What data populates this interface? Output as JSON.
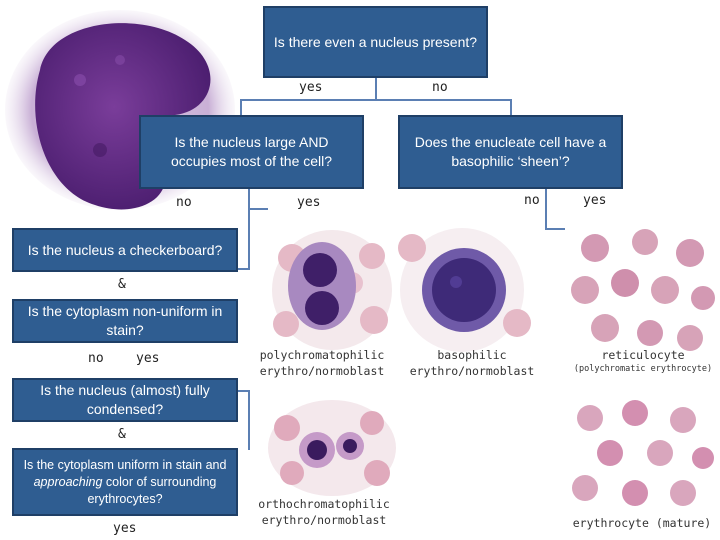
{
  "nodes": {
    "q1": "Is there even a nucleus present?",
    "q2": "Is the nucleus large AND occupies most of the cell?",
    "q3": "Does the enucleate cell have a basophilic ‘sheen’?",
    "q4": "Is the nucleus a checkerboard?",
    "q5": "Is the cytoplasm non-uniform in stain?",
    "q6": "Is the nucleus (almost) fully condensed?",
    "q7_pre": "Is the cytoplasm uniform in stain and ",
    "q7_em": "approaching",
    "q7_post": " color of surrounding erythrocytes?"
  },
  "labels": {
    "q1_yes": "yes",
    "q1_no": "no",
    "q2_no": "no",
    "q2_yes": "yes",
    "q3_no": "no",
    "q3_yes": "yes",
    "amp1": "&",
    "q5_no": "no",
    "q5_yes": "yes",
    "amp2": "&",
    "q7_yes": "yes"
  },
  "captions": {
    "polychromatophilic": [
      "polychromatophilic",
      "erythro/normoblast"
    ],
    "basophilic": [
      "basophilic",
      "erythro/normoblast"
    ],
    "reticulocyte": [
      "reticulocyte",
      "(polychromatic erythrocyte)"
    ],
    "orthochromatophilic": [
      "orthochromatophilic",
      "erythro/normoblast"
    ],
    "erythrocyte": "erythrocyte (mature)"
  },
  "colors": {
    "box_fill": "#2f5d91",
    "box_border": "#1f3f66",
    "connector": "#5b7fb3",
    "stain_purple": "#4a2a7a",
    "rbc_pink": "#d7a3b8"
  },
  "images": [
    "lymphocyte-micrograph",
    "polychromatophilic-micrograph",
    "basophilic-micrograph",
    "reticulocyte-micrograph",
    "orthochromatophilic-micrograph",
    "erythrocyte-micrograph"
  ]
}
